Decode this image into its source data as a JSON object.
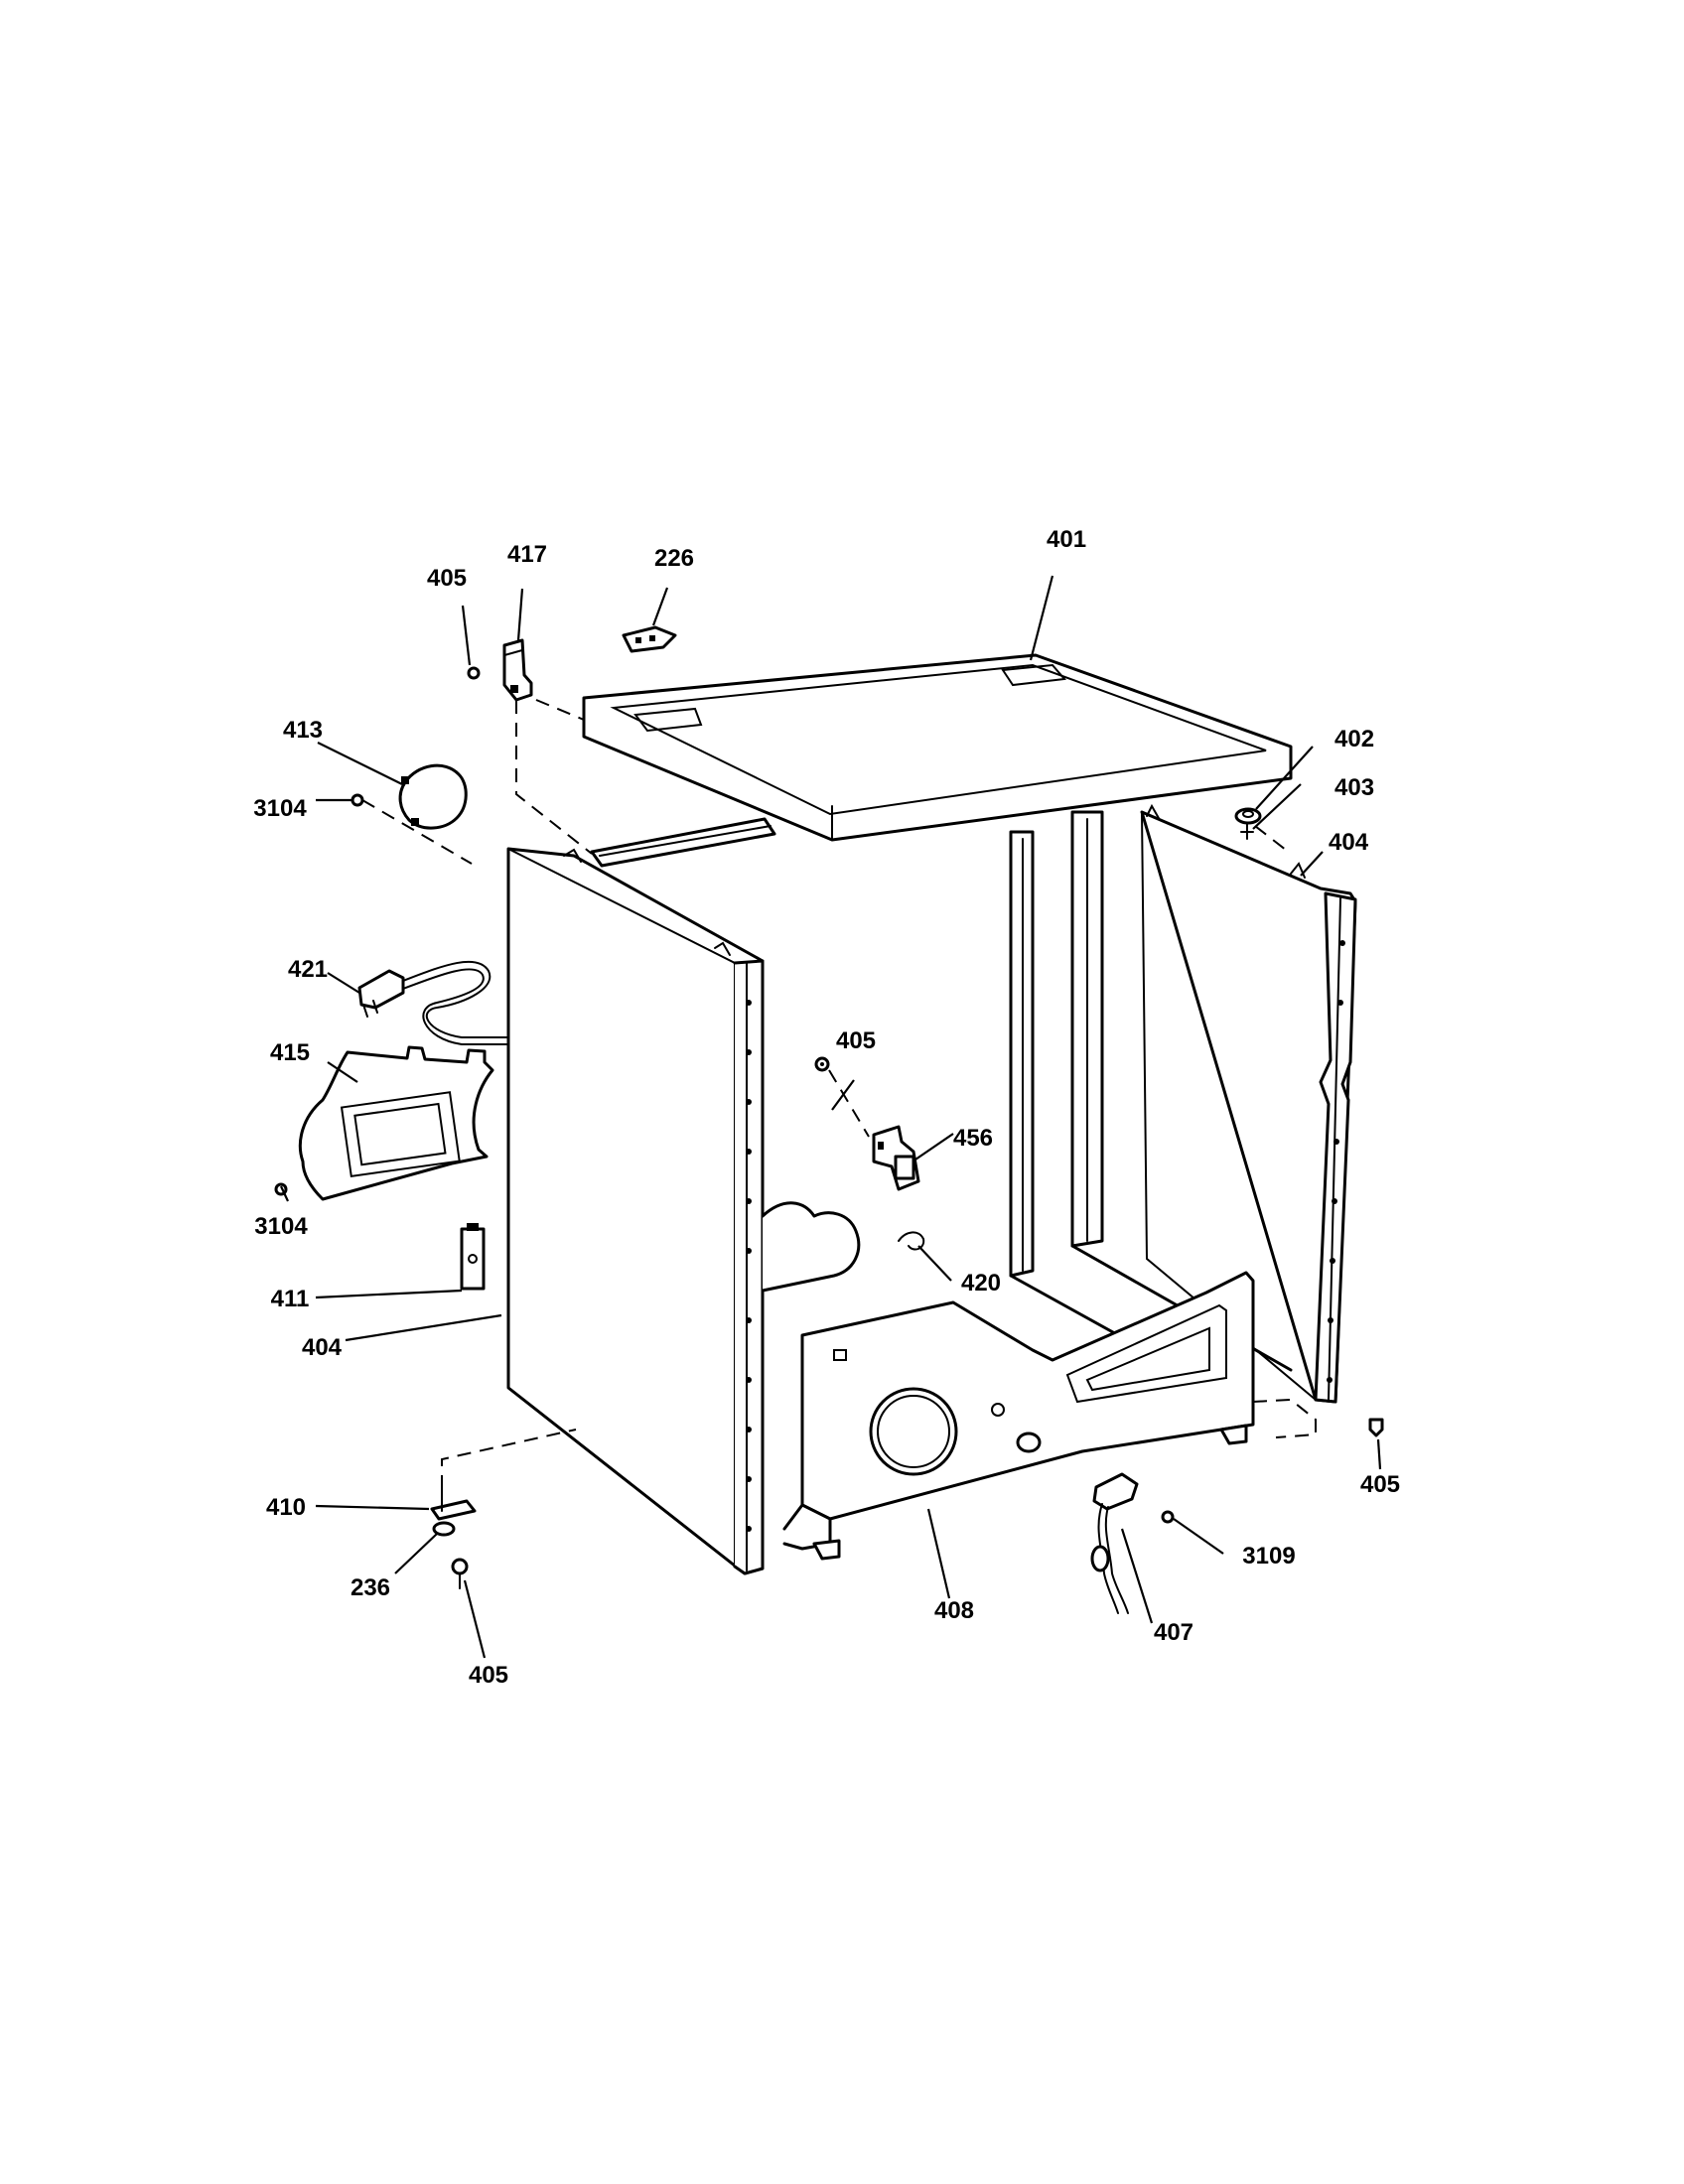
{
  "callouts": [
    {
      "id": "c401",
      "text": "401"
    },
    {
      "id": "c417",
      "text": "417"
    },
    {
      "id": "c226",
      "text": "226"
    },
    {
      "id": "c405a",
      "text": "405"
    },
    {
      "id": "c413",
      "text": "413"
    },
    {
      "id": "c3104a",
      "text": "3104"
    },
    {
      "id": "c402",
      "text": "402"
    },
    {
      "id": "c403",
      "text": "403"
    },
    {
      "id": "c404a",
      "text": "404"
    },
    {
      "id": "c421",
      "text": "421"
    },
    {
      "id": "c405b",
      "text": "405"
    },
    {
      "id": "c415",
      "text": "415"
    },
    {
      "id": "c456",
      "text": "456"
    },
    {
      "id": "c3104b",
      "text": "3104"
    },
    {
      "id": "c420",
      "text": "420"
    },
    {
      "id": "c411",
      "text": "411"
    },
    {
      "id": "c404b",
      "text": "404"
    },
    {
      "id": "c405c",
      "text": "405"
    },
    {
      "id": "c410",
      "text": "410"
    },
    {
      "id": "c3109",
      "text": "3109"
    },
    {
      "id": "c236",
      "text": "236"
    },
    {
      "id": "c408",
      "text": "408"
    },
    {
      "id": "c407",
      "text": "407"
    },
    {
      "id": "c405d",
      "text": "405"
    }
  ]
}
